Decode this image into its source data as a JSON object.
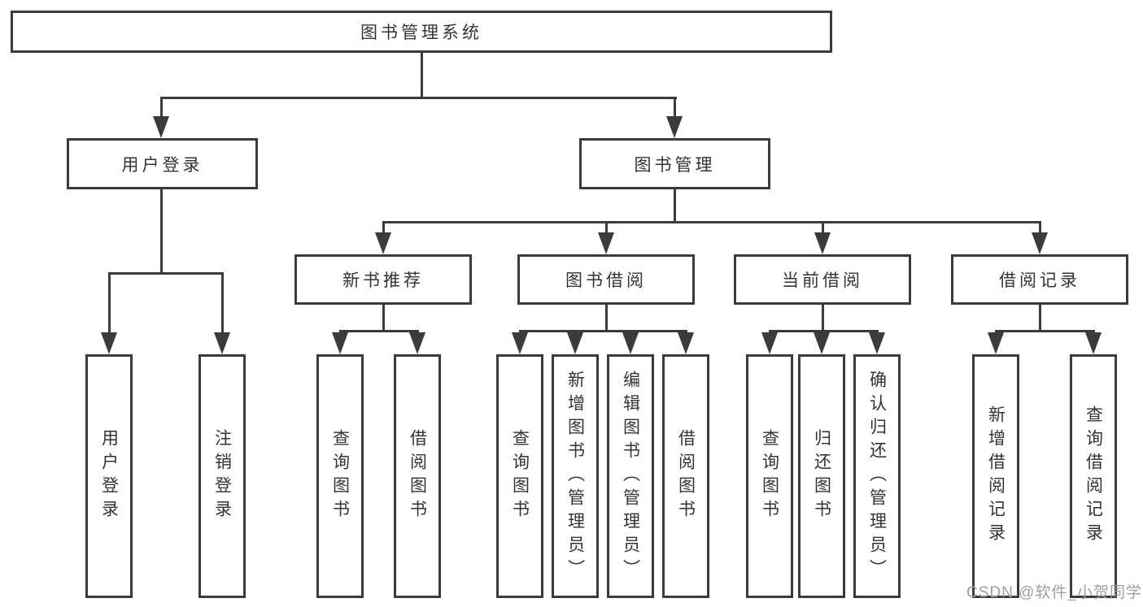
{
  "diagram_title": "图书管理系统",
  "nodes": {
    "root": "图书管理系统",
    "user_login": "用户登录",
    "book_management": "图书管理",
    "new_book_recommendation": "新书推荐",
    "book_borrowing": "图书借阅",
    "current_borrowing": "当前借阅",
    "borrowing_records": "借阅记录",
    "leaf_user_login": "用户登录",
    "leaf_logout": "注销登录",
    "leaf_recommend_query_books": "查询图书",
    "leaf_recommend_borrow_books": "借阅图书",
    "leaf_borrow_query_books": "查询图书",
    "leaf_borrow_add_books_admin": "新增图书（管理员）",
    "leaf_borrow_edit_books_admin": "编辑图书（管理员）",
    "leaf_borrow_borrow_books": "借阅图书",
    "leaf_current_query_books": "查询图书",
    "leaf_current_return_books": "归还图书",
    "leaf_current_confirm_return_admin": "确认归还（管理员）",
    "leaf_records_add_record": "新增借阅记录",
    "leaf_records_query_record": "查询借阅记录"
  },
  "watermark": "CSDN @软件_小贺同学",
  "colors": {
    "line": "#3b3b3b",
    "text": "#333333",
    "watermark": "#9e9e9e",
    "background": "#ffffff"
  }
}
